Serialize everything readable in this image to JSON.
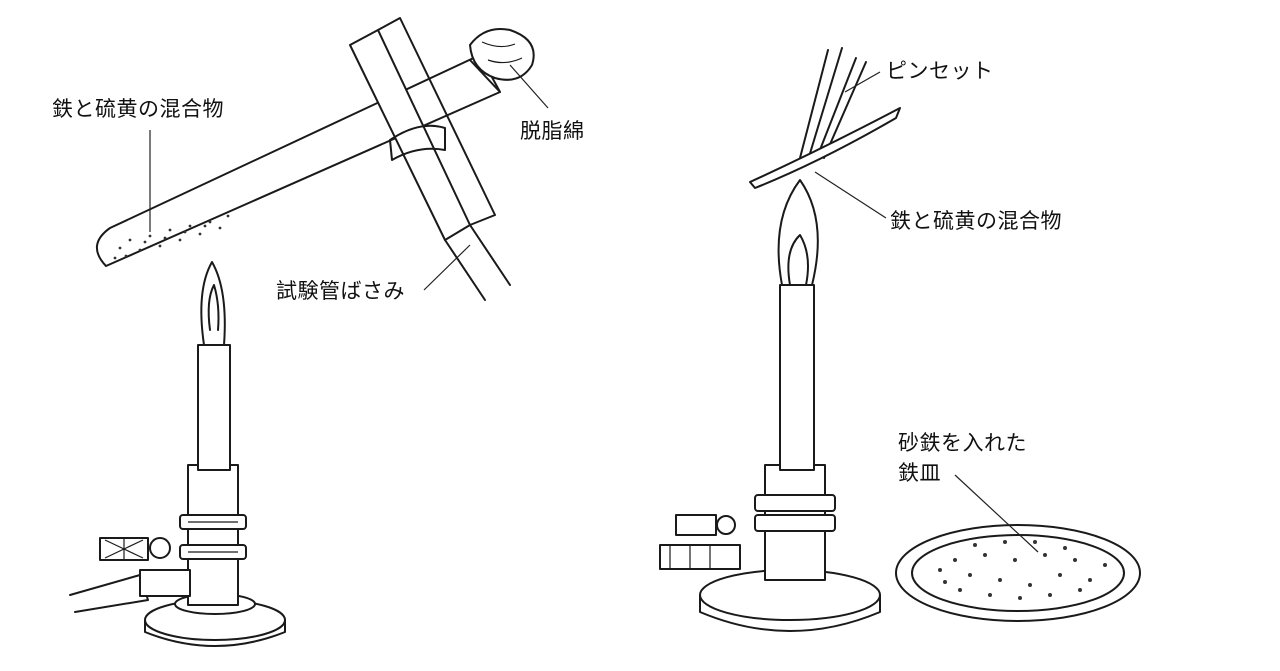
{
  "left_figure": {
    "labels": {
      "mixture": "鉄と硫黄の混合物",
      "cotton": "脱脂綿",
      "clamp": "試験管ばさみ"
    }
  },
  "right_figure": {
    "labels": {
      "tweezers": "ピンセット",
      "mixture": "鉄と硫黄の混合物",
      "dish_line1": "砂鉄を入れた",
      "dish_line2": "鉄皿"
    }
  }
}
